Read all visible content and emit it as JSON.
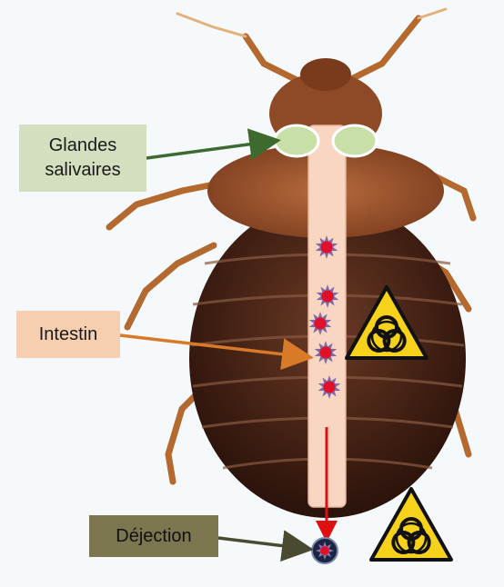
{
  "labels": {
    "glandes": [
      "Glandes",
      "salivaires"
    ],
    "intestin": "Intestin",
    "dejection": "Déjection"
  },
  "colors": {
    "glandes_box": "#d3dfbf",
    "glandes_arrow": "#3d6b2f",
    "intestin_box": "#f6cfb1",
    "intestin_arrow": "#d87a28",
    "dejection_box": "#7c7650",
    "dejection_arrow": "#4a4a30",
    "gut_tube": "#f8d6c2",
    "flow_arrow": "#e01010",
    "pathogen": "#e0102a",
    "biohazard_bg": "#f7d21a"
  },
  "icons": [
    "biohazard-icon",
    "pathogen-icon",
    "bed-bug-illustration"
  ]
}
